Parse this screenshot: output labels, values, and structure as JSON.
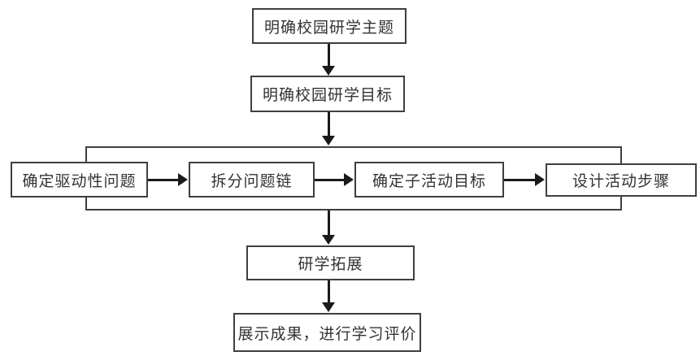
{
  "flowchart": {
    "nodes": {
      "theme": "明确校园研学主题",
      "goal": "明确校园研学目标",
      "driving_question": "确定驱动性问题",
      "question_chain": "拆分问题链",
      "sub_activity_goal": "确定子活动目标",
      "activity_steps": "设计活动步骤",
      "expansion": "研学拓展",
      "presentation": "展示成果，进行学习评价"
    },
    "edges": [
      {
        "from": "theme",
        "to": "goal",
        "direction": "down"
      },
      {
        "from": "goal",
        "to": "design-group",
        "direction": "down"
      },
      {
        "from": "driving_question",
        "to": "question_chain",
        "direction": "right"
      },
      {
        "from": "question_chain",
        "to": "sub_activity_goal",
        "direction": "right"
      },
      {
        "from": "sub_activity_goal",
        "to": "activity_steps",
        "direction": "right"
      },
      {
        "from": "design-group",
        "to": "expansion",
        "direction": "down"
      },
      {
        "from": "expansion",
        "to": "presentation",
        "direction": "down"
      }
    ],
    "colors": {
      "background": "#ffffff",
      "box_border": "#3f3f3f",
      "text": "#333333",
      "arrow": "#1a1a1a"
    }
  }
}
